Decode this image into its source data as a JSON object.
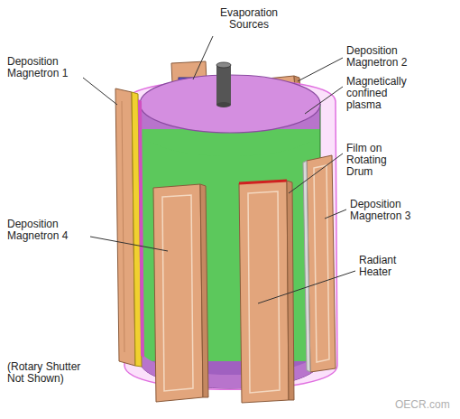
{
  "diagram": {
    "labels": [
      "Deposition Magnetron 1",
      "Evaporation Sources",
      "Deposition Magnetron 2",
      "Magnetically confined plasma",
      "Film on Rotating Drum",
      "Deposition Magnetron 3",
      "Deposition Magnetron 4",
      "Radiant Heater",
      "(Rotary Shutter Not Shown)",
      "OECR.com"
    ]
  }
}
